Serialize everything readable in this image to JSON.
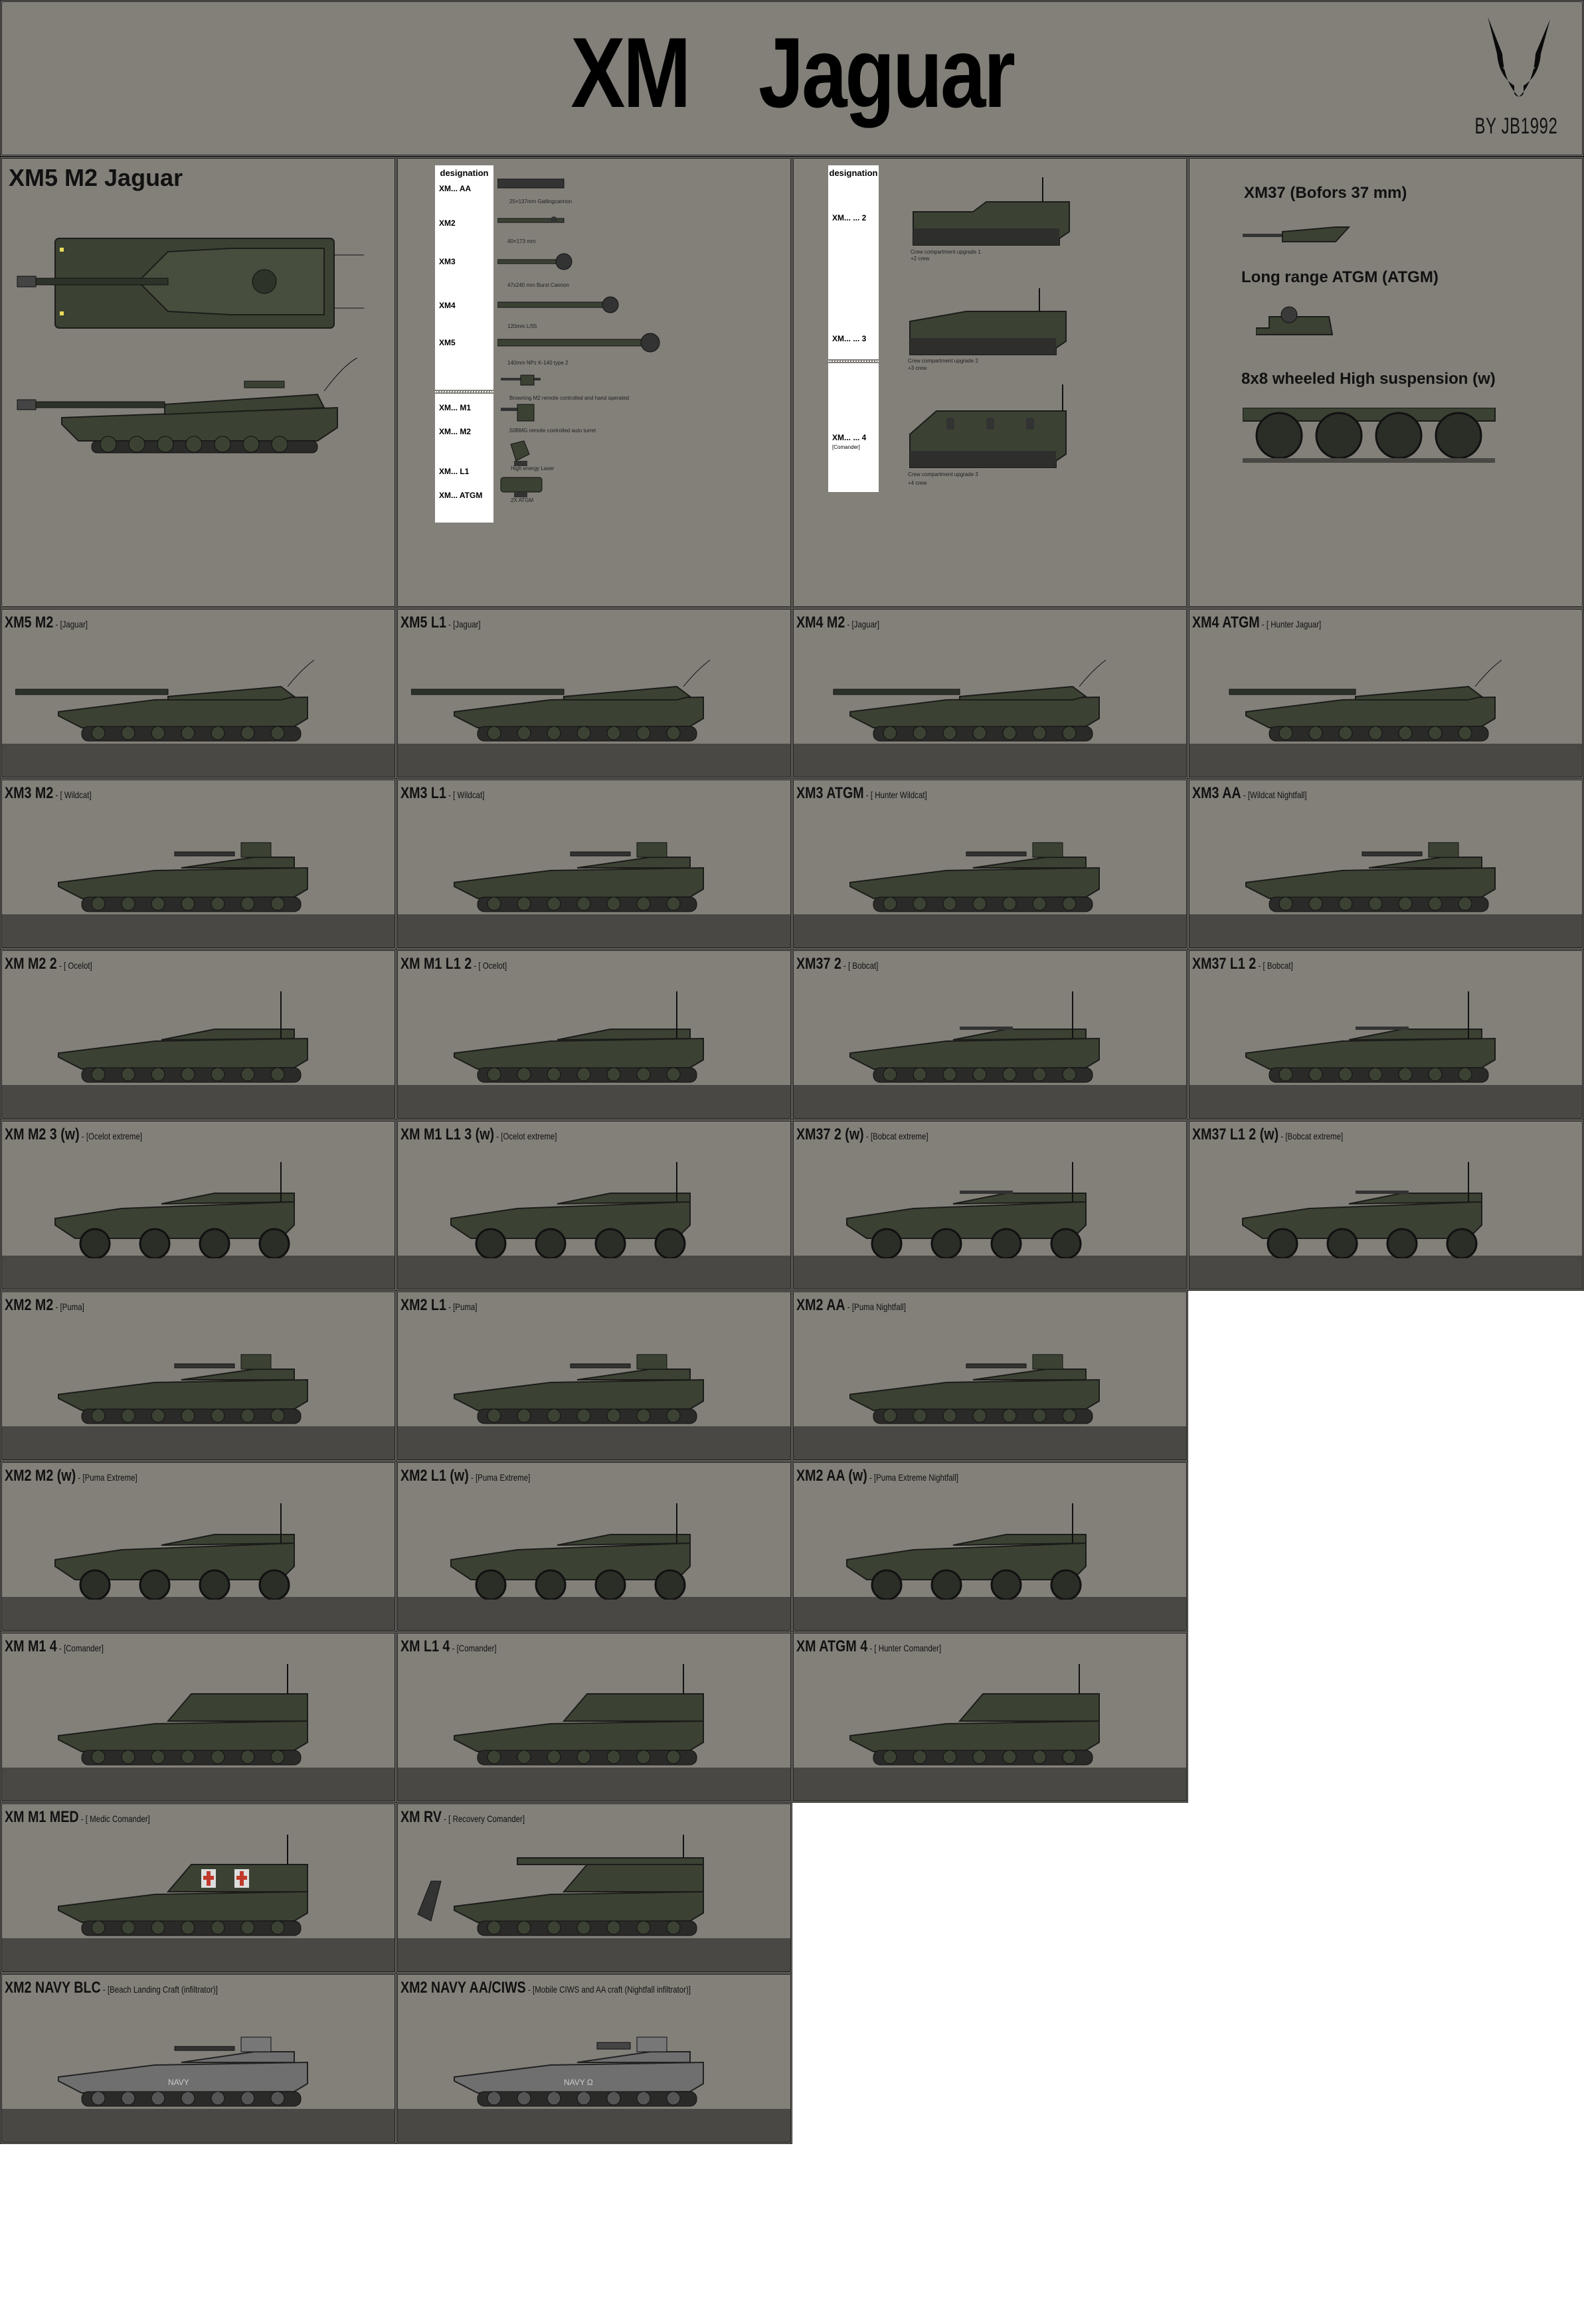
{
  "header": {
    "title_part1": "XM",
    "title_part2": "Jaguar",
    "byline": "BY JB1992",
    "logo": "jaguar-head-logo"
  },
  "colors": {
    "panel_bg": "#83807a",
    "ground": "#4a4844",
    "designation_bg": "#ffffff",
    "camo_green": "#3b4233",
    "navy_grey": "#6f6f6f",
    "medic_red": "#c0392b"
  },
  "panels": {
    "overview": {
      "title": "XM5 M2 Jaguar",
      "views": [
        "top-view",
        "side-view"
      ]
    },
    "weapons": {
      "header": "designation",
      "main_guns": [
        {
          "designation": "XM... AA",
          "caption": "25×137mm  Gatlingcannon"
        },
        {
          "designation": "XM2",
          "caption": "40×173 mm"
        },
        {
          "designation": "XM3",
          "caption": "47x240 mm  Burst Cannon"
        },
        {
          "designation": "XM4",
          "caption": "120mm L/55"
        },
        {
          "designation": "XM5",
          "caption": "140mm NPz K-140 type 2"
        }
      ],
      "secondary": [
        {
          "designation": "XM...  M1",
          "caption": "Browning M2 remote controlled and hand operated"
        },
        {
          "designation": "XM...  M2",
          "caption": ".50BMG  remote controlled auto turret"
        },
        {
          "designation": "XM...  L1",
          "caption": "High energy Laser"
        },
        {
          "designation": "XM...  ATGM",
          "caption": "2X ATGM"
        }
      ]
    },
    "hulls": {
      "header": "designation",
      "items": [
        {
          "designation": "XM... ... 2",
          "sub": "",
          "caption": "Crew compartment upgrade 1",
          "crew": "+2 crew"
        },
        {
          "designation": "XM... ... 3",
          "sub": "",
          "caption": "Crew compartment upgrade 2",
          "crew": "+3 crew"
        },
        {
          "designation": "XM... ... 4",
          "sub": "[Comander]",
          "caption": "Crew compartment upgrade 3",
          "crew": "+4 crew"
        }
      ]
    },
    "options": {
      "items": [
        {
          "label": "XM37   (Bofors 37 mm)"
        },
        {
          "label": "Long range ATGM (ATGM)"
        },
        {
          "label": "8x8 wheeled High suspension (w)"
        }
      ]
    }
  },
  "variants": [
    {
      "name": "XM5 M2",
      "sub": "[Jaguar]",
      "type": "tank",
      "gun": "long"
    },
    {
      "name": "XM5 L1",
      "sub": "[Jaguar]",
      "type": "tank",
      "gun": "long"
    },
    {
      "name": "XM4 M2",
      "sub": "[Jaguar]",
      "type": "tank",
      "gun": "medium"
    },
    {
      "name": "XM4 ATGM",
      "sub": "[ Hunter Jaguar]",
      "type": "tank",
      "gun": "medium"
    },
    {
      "name": "XM3 M2",
      "sub": "[ Wildcat]",
      "type": "ifv",
      "gun": "short"
    },
    {
      "name": "XM3 L1",
      "sub": "[ Wildcat]",
      "type": "ifv",
      "gun": "short"
    },
    {
      "name": "XM3 ATGM",
      "sub": "[ Hunter Wildcat]",
      "type": "ifv",
      "gun": "short"
    },
    {
      "name": "XM3 AA",
      "sub": "[Wildcat Nightfall]",
      "type": "ifv",
      "gun": "short"
    },
    {
      "name": "XM M2 2",
      "sub": "[ Ocelot]",
      "type": "apc",
      "gun": "none"
    },
    {
      "name": "XM M1 L1 2",
      "sub": "[ Ocelot]",
      "type": "apc",
      "gun": "none"
    },
    {
      "name": "XM37 2",
      "sub": "[ Bobcat]",
      "type": "apc",
      "gun": "small"
    },
    {
      "name": "XM37 L1 2",
      "sub": "[ Bobcat]",
      "type": "apc",
      "gun": "small"
    },
    {
      "name": "XM M2 3 (w)",
      "sub": "[Ocelot extreme]",
      "type": "wheeled",
      "gun": "none"
    },
    {
      "name": "XM M1 L1 3 (w)",
      "sub": "[Ocelot extreme]",
      "type": "wheeled",
      "gun": "none"
    },
    {
      "name": "XM37 2 (w)",
      "sub": "[Bobcat extreme]",
      "type": "wheeled",
      "gun": "small"
    },
    {
      "name": "XM37 L1 2 (w)",
      "sub": "[Bobcat extreme]",
      "type": "wheeled",
      "gun": "small"
    },
    {
      "name": "XM2 M2",
      "sub": "[Puma]",
      "type": "ifv",
      "gun": "short"
    },
    {
      "name": "XM2 L1",
      "sub": "[Puma]",
      "type": "ifv",
      "gun": "short"
    },
    {
      "name": "XM2 AA",
      "sub": "[Puma Nightfall]",
      "type": "ifv",
      "gun": "short"
    },
    {
      "name": "XM2 M2 (w)",
      "sub": "[Puma Extreme]",
      "type": "wheeled",
      "gun": "short"
    },
    {
      "name": "XM2 L1 (w)",
      "sub": "[Puma Extreme]",
      "type": "wheeled",
      "gun": "short"
    },
    {
      "name": "XM2 AA (w)",
      "sub": "[Puma Extreme Nightfall]",
      "type": "wheeled",
      "gun": "short"
    },
    {
      "name": "XM M1 4",
      "sub": "[Comander]",
      "type": "cmd",
      "gun": "none"
    },
    {
      "name": "XM L1 4",
      "sub": "[Comander]",
      "type": "cmd",
      "gun": "none"
    },
    {
      "name": "XM ATGM 4",
      "sub": "[ Hunter Comander]",
      "type": "cmd",
      "gun": "none"
    },
    {
      "name": "XM M1 MED",
      "sub": "[ Medic Comander]",
      "type": "med",
      "gun": "none"
    },
    {
      "name": "XM RV",
      "sub": "[ Recovery Comander]",
      "type": "rv",
      "gun": "none"
    },
    {
      "name": "XM2 NAVY BLC",
      "sub": "[Beach Landing Craft (infiltrator)]",
      "type": "navy",
      "gun": "short",
      "marking": "NAVY"
    },
    {
      "name": "XM2 NAVY AA/CIWS",
      "sub": "[Mobile CIWS and AA craft (Nightfall infiltrator)]",
      "type": "navy",
      "gun": "gatling",
      "marking": "NAVY Ω"
    }
  ]
}
